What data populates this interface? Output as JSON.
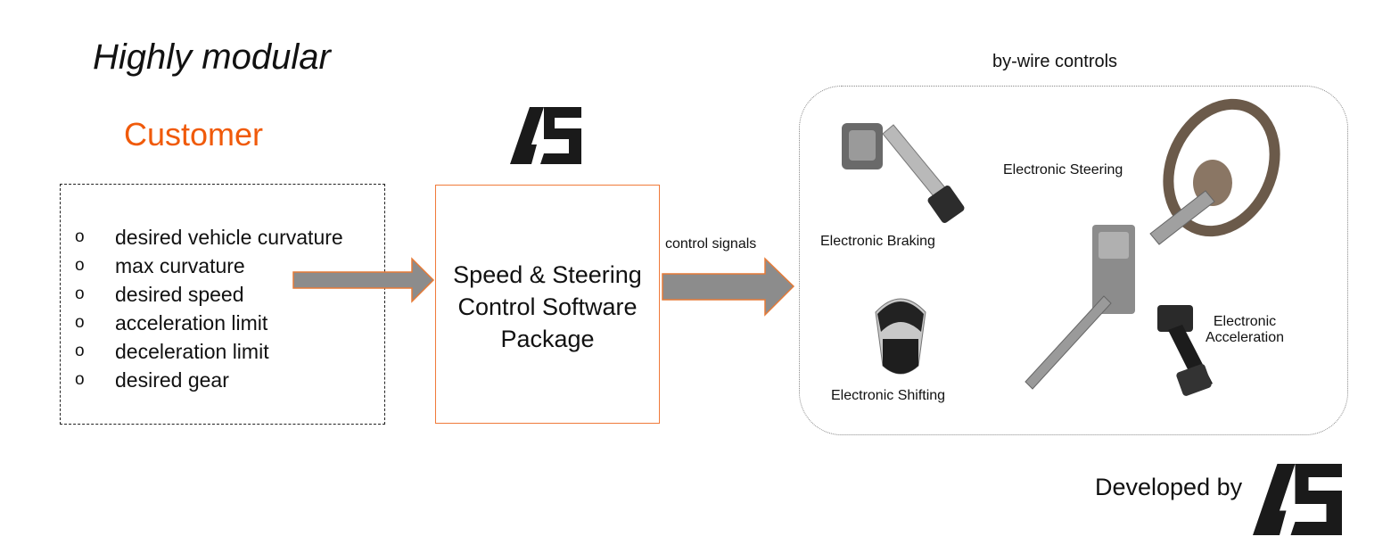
{
  "title": "Highly modular",
  "customer": {
    "label": "Customer",
    "items": [
      {
        "bullet": "o",
        "text": "desired vehicle curvature"
      },
      {
        "bullet": "o",
        "text": "max curvature"
      },
      {
        "bullet": "o",
        "text": "desired speed"
      },
      {
        "bullet": "o",
        "text": "acceleration limit"
      },
      {
        "bullet": "o",
        "text": "deceleration limit"
      },
      {
        "bullet": "o",
        "text": "desired gear"
      }
    ]
  },
  "software": {
    "lines": [
      "Speed & Steering",
      "Control Software",
      "Package"
    ]
  },
  "control_signals": "control signals",
  "bywire": {
    "title": "by-wire controls",
    "braking": "Electronic Braking",
    "steering": "Electronic Steering",
    "shifting": "Electronic Shifting",
    "acceleration_line1": "Electronic",
    "acceleration_line2": "Acceleration"
  },
  "developed_by": "Developed by",
  "colors": {
    "accent": "#f05a0a",
    "arrow_fill": "#8c8c8c",
    "arrow_stroke": "#e67a36"
  }
}
